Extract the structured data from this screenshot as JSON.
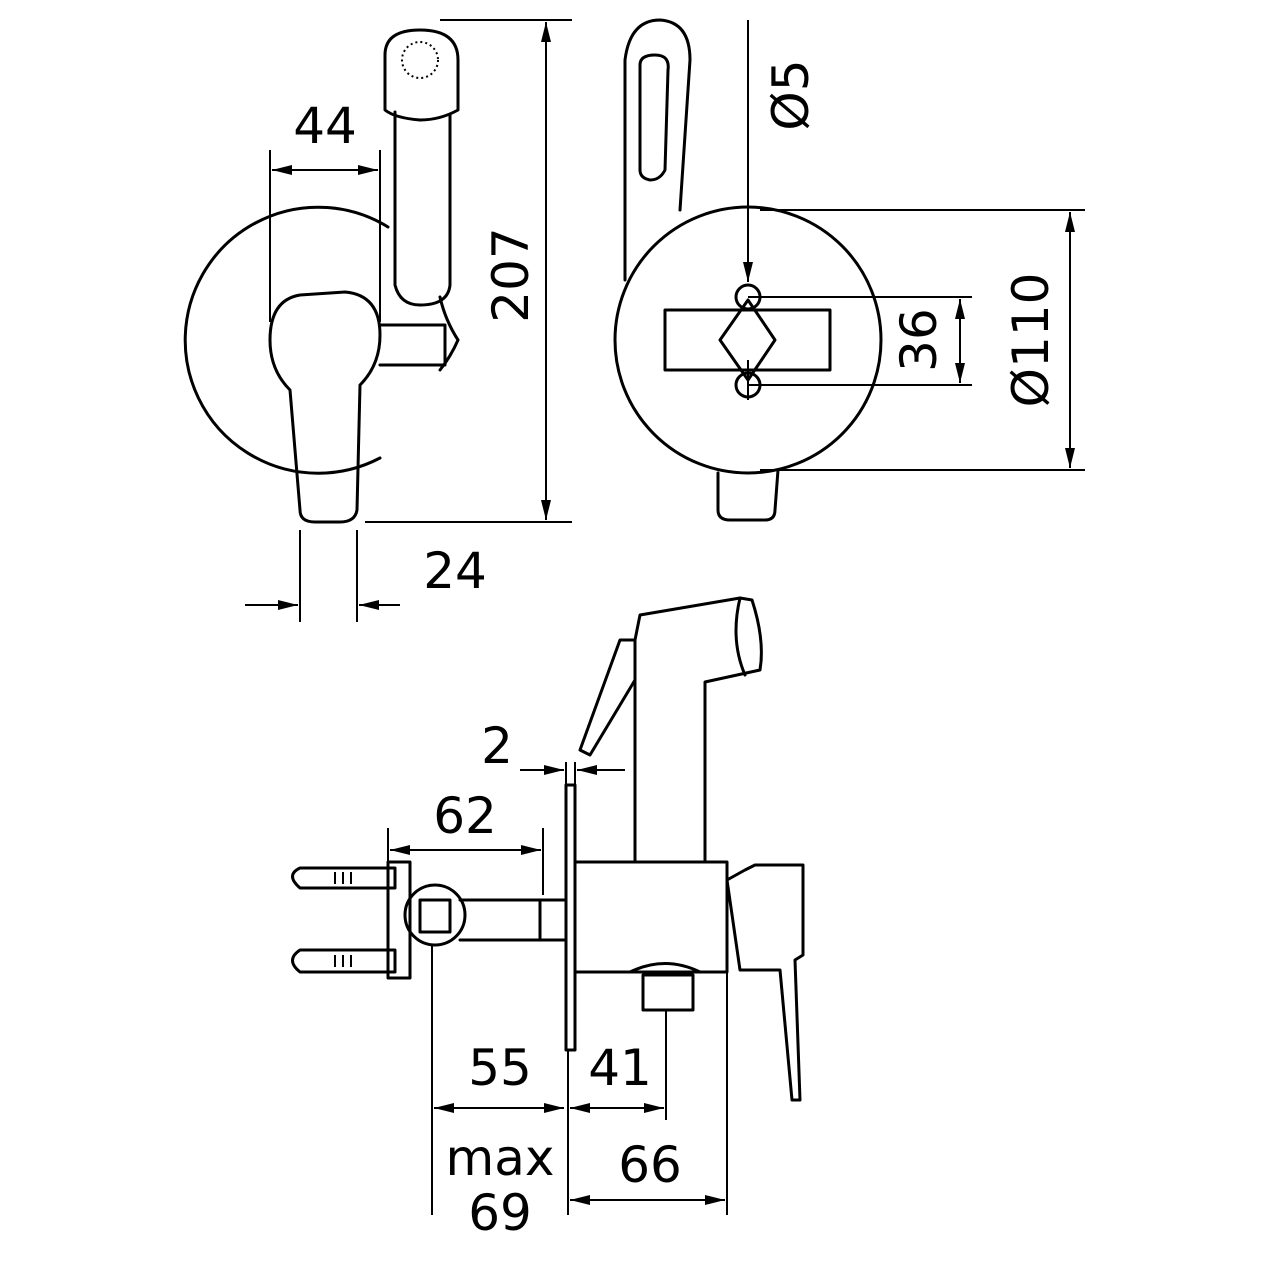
{
  "dimensions": {
    "handle_offset": "44",
    "total_height": "207",
    "handle_width": "24",
    "pin_diameter": "Ø5",
    "pin_spacing": "36",
    "plate_diameter": "Ø110",
    "plate_thickness": "2",
    "body_depth": "62",
    "wall_depth": "55",
    "wall_depth_max_label": "max",
    "wall_depth_max_value": "69",
    "outlet_offset": "41",
    "projection": "66"
  }
}
